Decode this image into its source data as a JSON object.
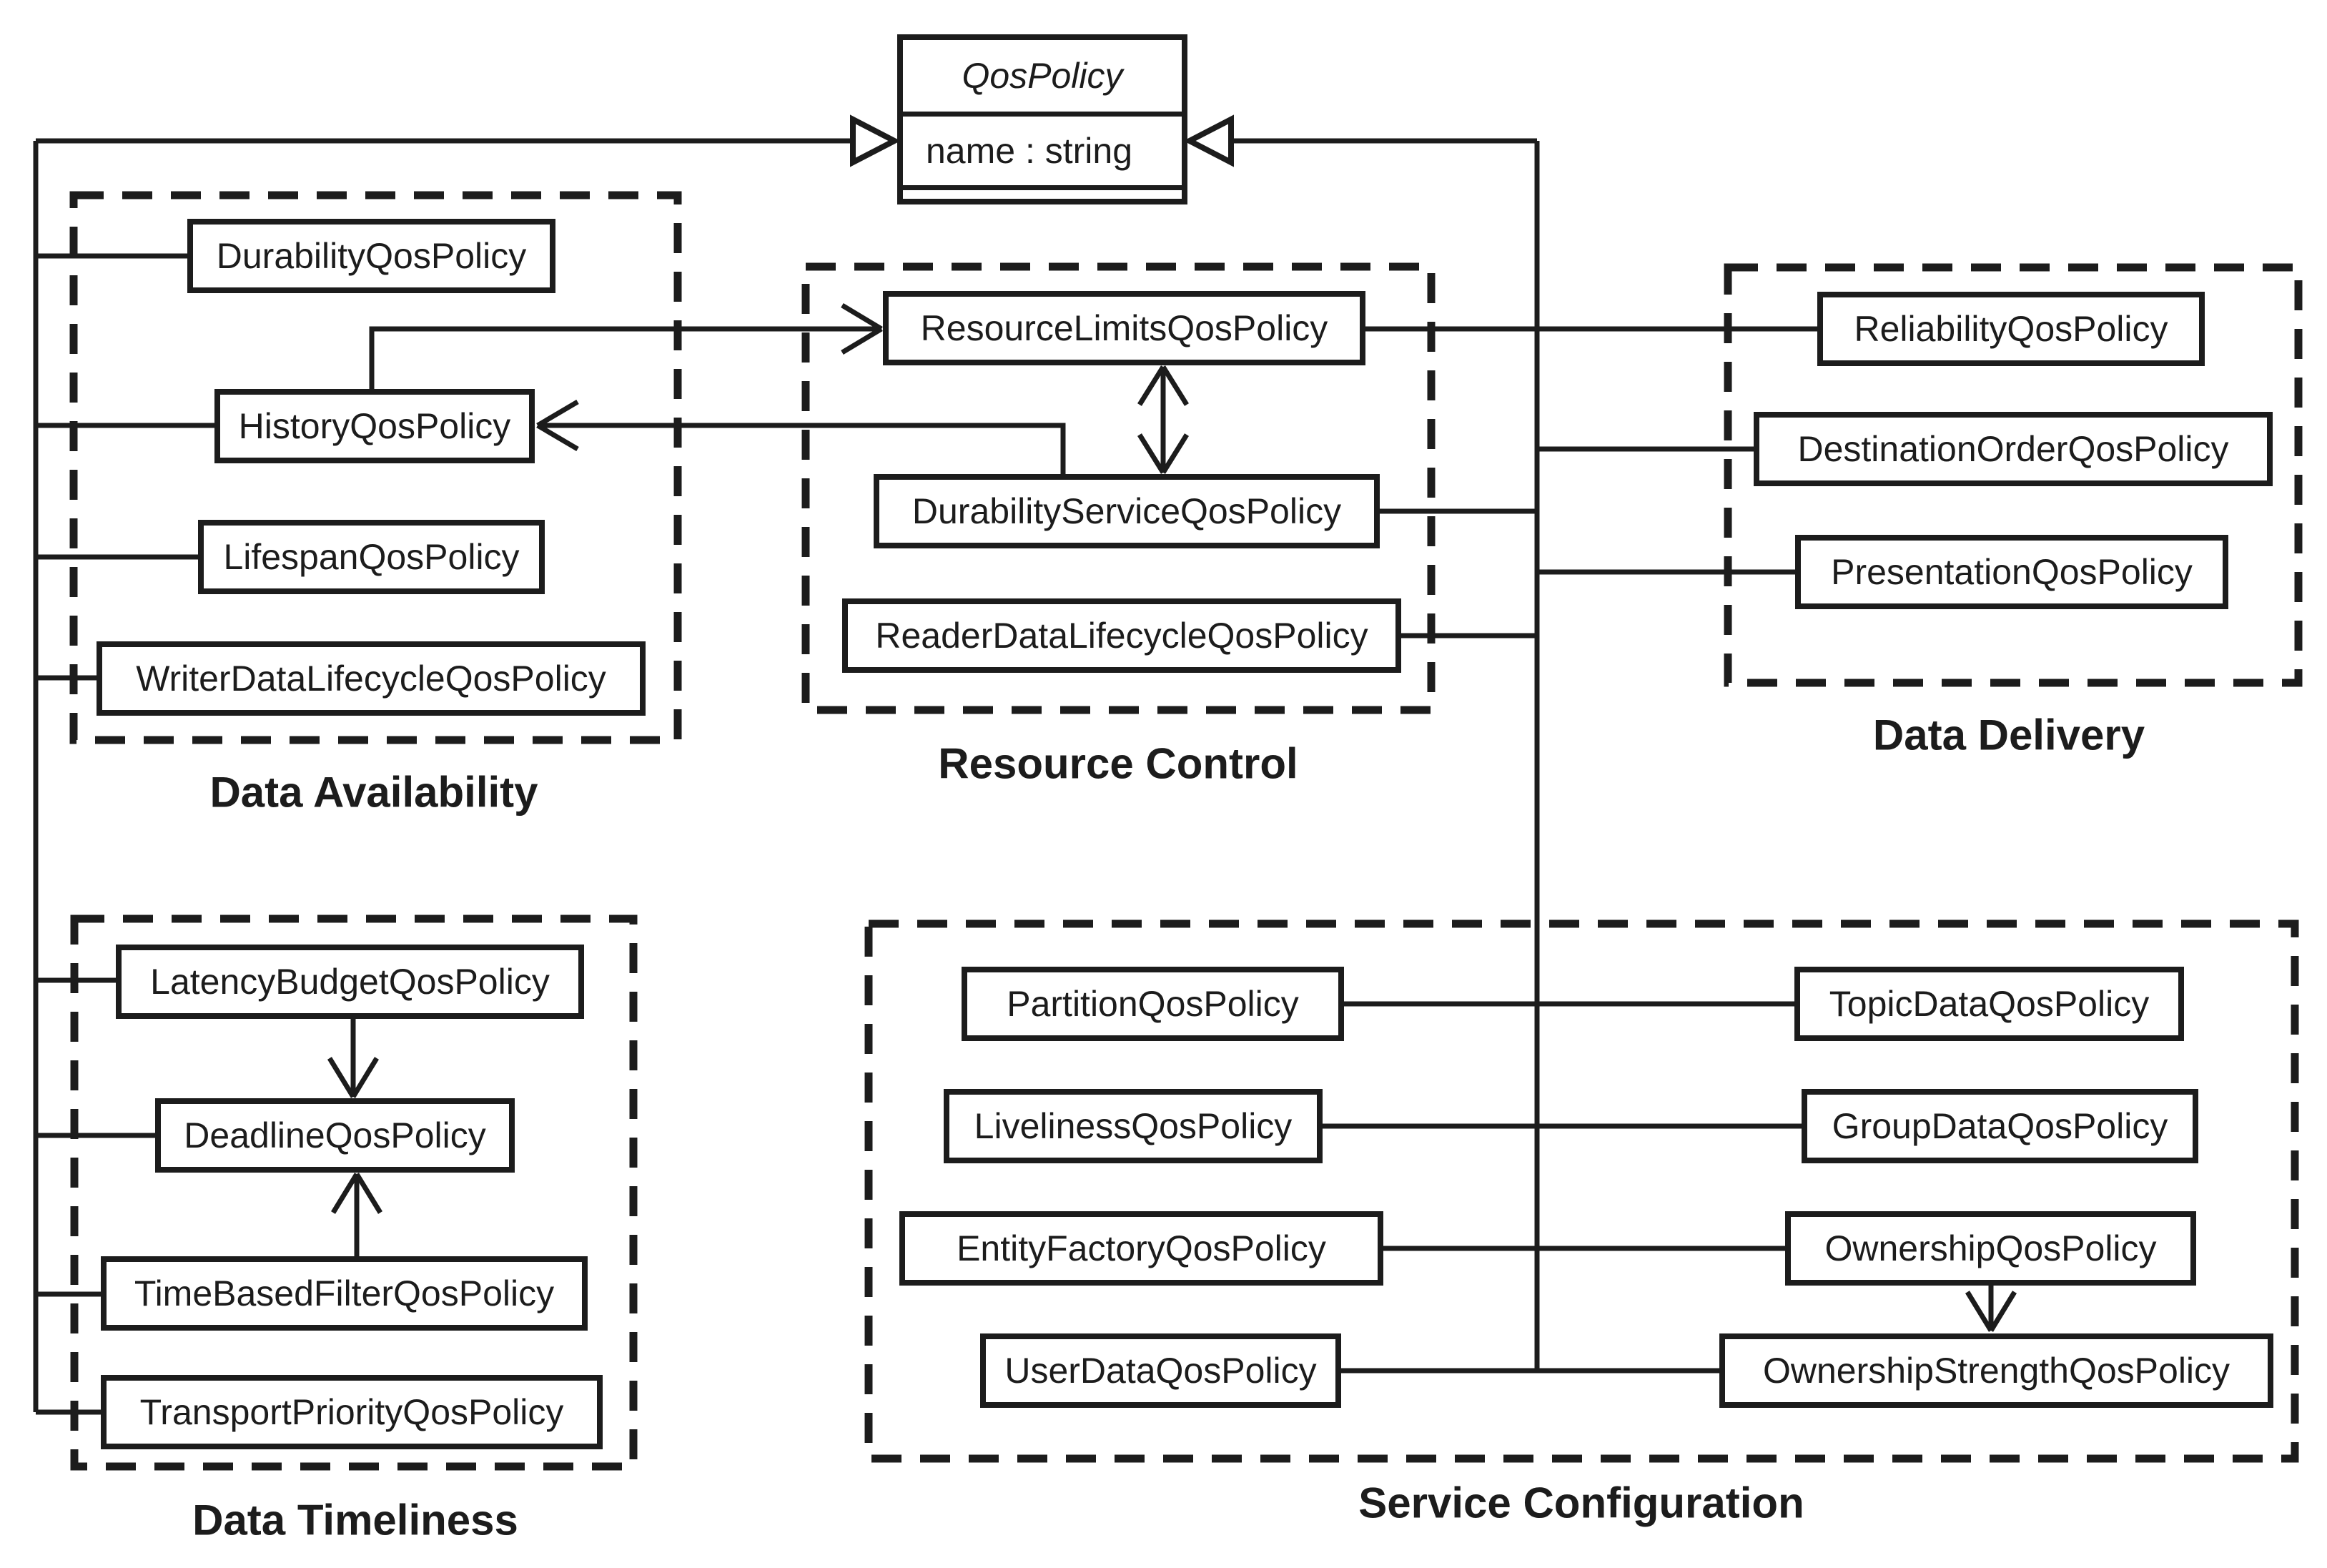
{
  "diagram": {
    "root_class": {
      "name": "QosPolicy",
      "attributes": [
        "name : string"
      ]
    },
    "groups": [
      {
        "label": "Data Availability",
        "items": [
          "DurabilityQosPolicy",
          "HistoryQosPolicy",
          "LifespanQosPolicy",
          "WriterDataLifecycleQosPolicy"
        ]
      },
      {
        "label": "Data Timeliness",
        "items": [
          "LatencyBudgetQosPolicy",
          "DeadlineQosPolicy",
          "TimeBasedFilterQosPolicy",
          "TransportPriorityQosPolicy"
        ]
      },
      {
        "label": "Resource Control",
        "items": [
          "ResourceLimitsQosPolicy",
          "DurabilityServiceQosPolicy",
          "ReaderDataLifecycleQosPolicy"
        ]
      },
      {
        "label": "Data Delivery",
        "items": [
          "ReliabilityQosPolicy",
          "DestinationOrderQosPolicy",
          "PresentationQosPolicy"
        ]
      },
      {
        "label": "Service Configuration",
        "items": [
          "PartitionQosPolicy",
          "LivelinessQosPolicy",
          "EntityFactoryQosPolicy",
          "UserDataQosPolicy",
          "TopicDataQosPolicy",
          "GroupDataQosPolicy",
          "OwnershipQosPolicy",
          "OwnershipStrengthQosPolicy"
        ]
      }
    ],
    "colors": {
      "ink": "#1c1c1c",
      "background": "#ffffff"
    }
  }
}
